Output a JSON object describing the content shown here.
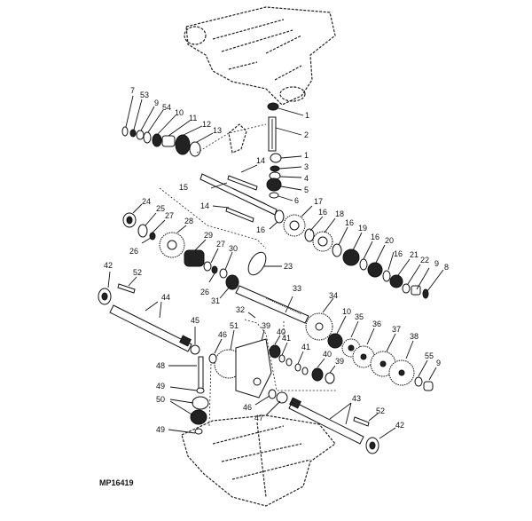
{
  "figure": {
    "id_label": "MP16419",
    "background": "#ffffff",
    "ink": "#111111"
  },
  "callouts": [
    {
      "n": "7"
    },
    {
      "n": "53"
    },
    {
      "n": "9"
    },
    {
      "n": "54"
    },
    {
      "n": "10"
    },
    {
      "n": "11"
    },
    {
      "n": "12"
    },
    {
      "n": "13"
    },
    {
      "n": "1"
    },
    {
      "n": "2"
    },
    {
      "n": "1"
    },
    {
      "n": "3"
    },
    {
      "n": "4"
    },
    {
      "n": "5"
    },
    {
      "n": "6"
    },
    {
      "n": "14"
    },
    {
      "n": "15"
    },
    {
      "n": "14"
    },
    {
      "n": "16"
    },
    {
      "n": "17"
    },
    {
      "n": "16"
    },
    {
      "n": "18"
    },
    {
      "n": "16"
    },
    {
      "n": "19"
    },
    {
      "n": "16"
    },
    {
      "n": "20"
    },
    {
      "n": "16"
    },
    {
      "n": "21"
    },
    {
      "n": "22"
    },
    {
      "n": "9"
    },
    {
      "n": "8"
    },
    {
      "n": "24"
    },
    {
      "n": "25"
    },
    {
      "n": "27"
    },
    {
      "n": "28"
    },
    {
      "n": "26"
    },
    {
      "n": "29"
    },
    {
      "n": "27"
    },
    {
      "n": "30"
    },
    {
      "n": "23"
    },
    {
      "n": "26"
    },
    {
      "n": "31"
    },
    {
      "n": "33"
    },
    {
      "n": "42"
    },
    {
      "n": "52"
    },
    {
      "n": "44"
    },
    {
      "n": "32"
    },
    {
      "n": "34"
    },
    {
      "n": "10"
    },
    {
      "n": "35"
    },
    {
      "n": "36"
    },
    {
      "n": "37"
    },
    {
      "n": "38"
    },
    {
      "n": "45"
    },
    {
      "n": "46"
    },
    {
      "n": "51"
    },
    {
      "n": "39"
    },
    {
      "n": "40"
    },
    {
      "n": "41"
    },
    {
      "n": "41"
    },
    {
      "n": "40"
    },
    {
      "n": "39"
    },
    {
      "n": "55"
    },
    {
      "n": "9"
    },
    {
      "n": "48"
    },
    {
      "n": "49"
    },
    {
      "n": "50"
    },
    {
      "n": "49"
    },
    {
      "n": "46"
    },
    {
      "n": "47"
    },
    {
      "n": "43"
    },
    {
      "n": "52"
    },
    {
      "n": "42"
    }
  ]
}
